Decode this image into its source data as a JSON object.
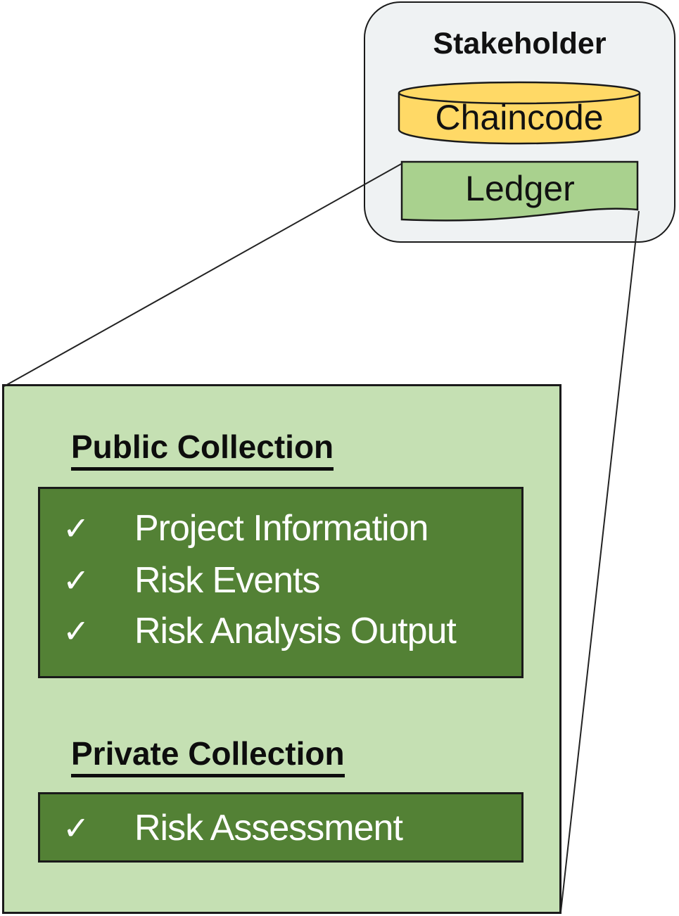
{
  "stakeholder": {
    "title": "Stakeholder",
    "chaincode_label": "Chaincode",
    "ledger_label": "Ledger"
  },
  "ledger_detail": {
    "public_collection": {
      "title": "Public Collection",
      "items": [
        {
          "icon": "check-icon",
          "glyph": "✓",
          "label": "Project Information"
        },
        {
          "icon": "check-icon",
          "glyph": "✓",
          "label": "Risk Events"
        },
        {
          "icon": "check-icon",
          "glyph": "✓",
          "label": "Risk Analysis Output"
        }
      ]
    },
    "private_collection": {
      "title": "Private Collection",
      "items": [
        {
          "icon": "check-icon",
          "glyph": "✓",
          "label": "Risk Assessment"
        }
      ]
    }
  },
  "colors": {
    "stakeholder_bg": "#eff2f3",
    "chaincode_fill": "#ffd966",
    "ledger_fill": "#a9d18e",
    "detail_bg": "#c5e0b3",
    "collection_fill": "#538135",
    "item_text": "#ffffff"
  }
}
